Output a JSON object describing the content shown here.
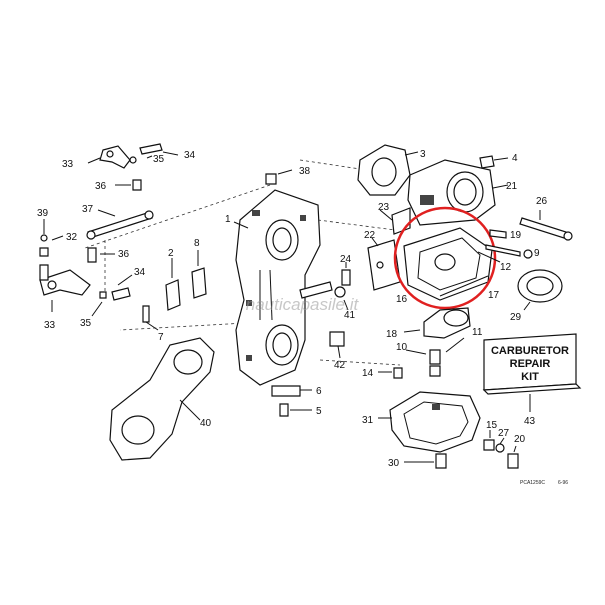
{
  "labels": {
    "p1": "1",
    "p2": "2",
    "p3": "3",
    "p4": "4",
    "p5": "5",
    "p6": "6",
    "p7": "7",
    "p8": "8",
    "p9": "9",
    "p10": "10",
    "p11": "11",
    "p12": "12",
    "p14": "14",
    "p15": "15",
    "p16": "16",
    "p17": "17",
    "p18": "18",
    "p19": "19",
    "p20": "20",
    "p21": "21",
    "p22": "22",
    "p23": "23",
    "p24": "24",
    "p26": "26",
    "p27": "27",
    "p29": "29",
    "p30": "30",
    "p31": "31",
    "p32": "32",
    "p33a": "33",
    "p33b": "33",
    "p34a": "34",
    "p34b": "34",
    "p35a": "35",
    "p35b": "35",
    "p36a": "36",
    "p36b": "36",
    "p37": "37",
    "p38": "38",
    "p39": "39",
    "p40": "40",
    "p41": "41",
    "p42": "42",
    "p43": "43"
  },
  "kit_box": {
    "line1": "CARBURETOR",
    "line2": "REPAIR",
    "line3": "KIT"
  },
  "footer": {
    "code": "PCA1259C",
    "date": "6-96"
  },
  "watermark": "nauticapasile.it",
  "colors": {
    "highlight_circle": "#e02020",
    "ink": "#111111"
  }
}
